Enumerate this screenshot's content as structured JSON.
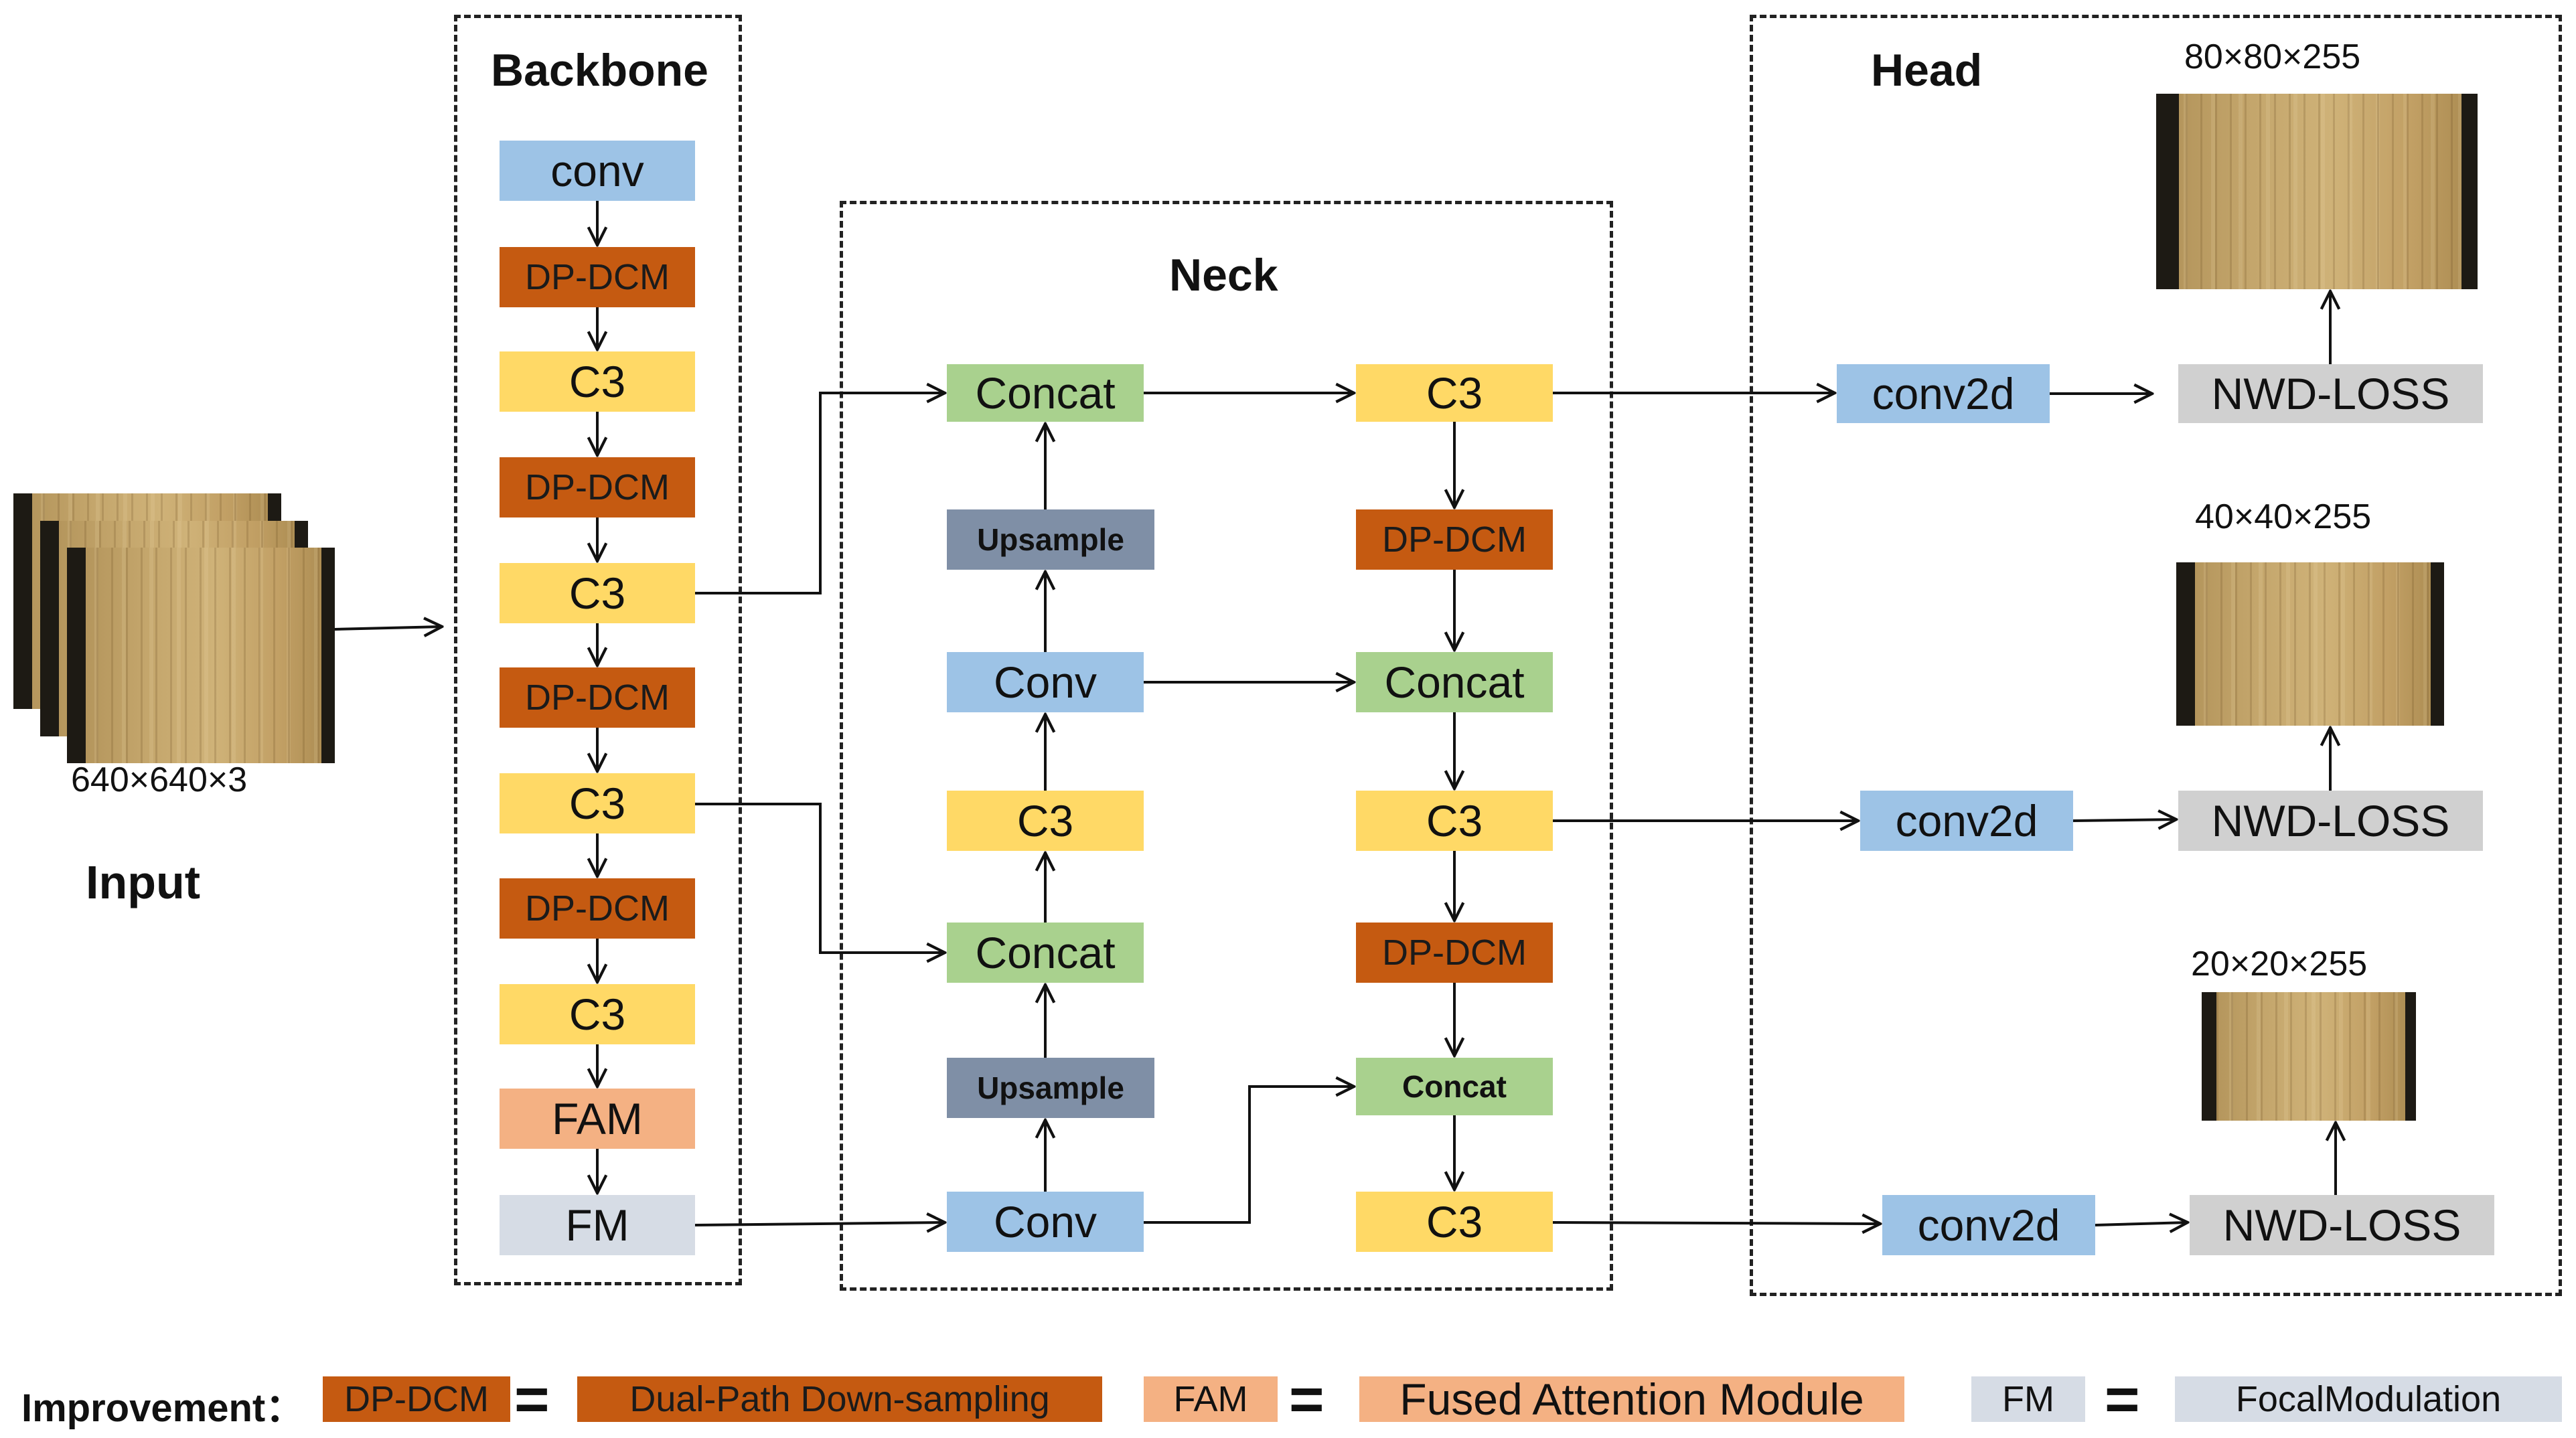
{
  "input": {
    "size": "640×640×3",
    "label": "Input"
  },
  "backbone": {
    "title": "Backbone",
    "blocks": [
      "conv",
      "DP-DCM",
      "C3",
      "DP-DCM",
      "C3",
      "DP-DCM",
      "C3",
      "DP-DCM",
      "C3",
      "FAM",
      "FM"
    ]
  },
  "neck": {
    "title": "Neck",
    "left": [
      "Concat",
      "Upsample",
      "Conv",
      "C3",
      "Concat",
      "Upsample",
      "Conv"
    ],
    "right": [
      "C3",
      "DP-DCM",
      "Concat",
      "C3",
      "DP-DCM",
      "Concat",
      "C3"
    ]
  },
  "head": {
    "title": "Head",
    "rows": [
      {
        "conv": "conv2d",
        "loss": "NWD-LOSS",
        "size": "80×80×255"
      },
      {
        "conv": "conv2d",
        "loss": "NWD-LOSS",
        "size": "40×40×255"
      },
      {
        "conv": "conv2d",
        "loss": "NWD-LOSS",
        "size": "20×20×255"
      }
    ]
  },
  "legend": {
    "title": "Improvement：",
    "equals": "=",
    "items": [
      {
        "abbr": "DP-DCM",
        "full": "Dual-Path Down-sampling"
      },
      {
        "abbr": "FAM",
        "full": "Fused Attention Module"
      },
      {
        "abbr": "FM",
        "full": "FocalModulation"
      }
    ]
  },
  "colors": {
    "conv": "#9dc3e6",
    "dp_dcm": "#c55a11",
    "c3": "#ffd966",
    "concat": "#a9d18e",
    "upsample": "#7f8fa6",
    "nwd_loss": "#d0d0d0",
    "fam": "#f4b183",
    "fm": "#d6dce5"
  }
}
